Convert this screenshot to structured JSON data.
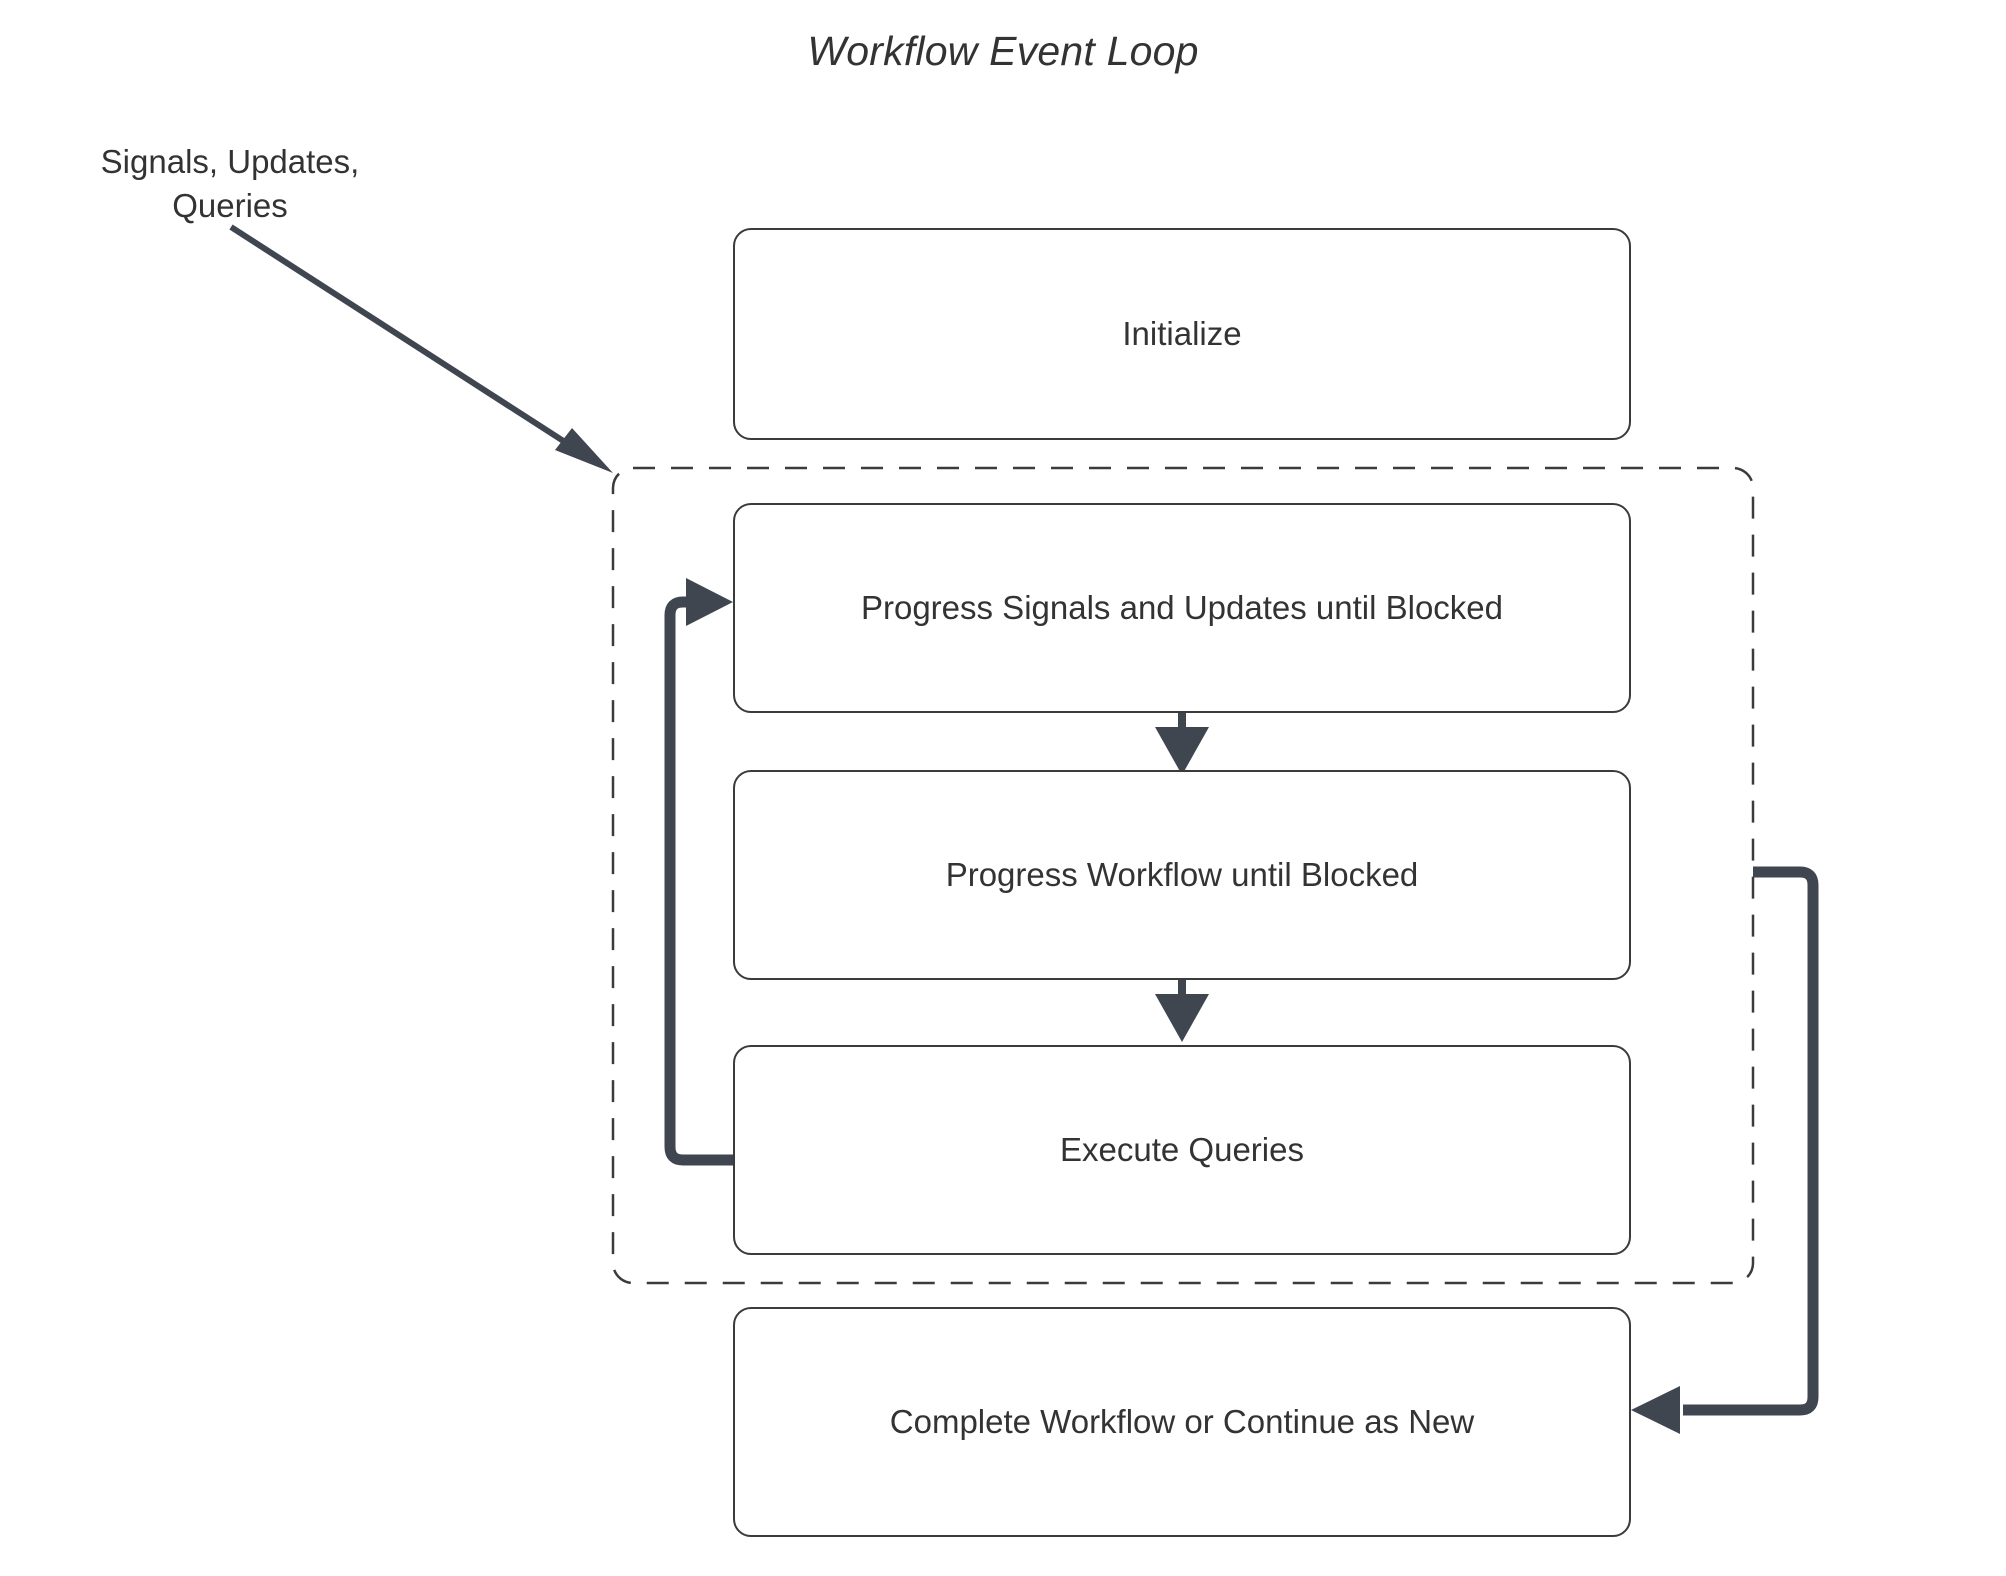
{
  "diagram": {
    "title": "Workflow Event Loop",
    "background": "#ffffff",
    "node_border_color": "#3b3b3b",
    "arrow_color": "#3f4650",
    "text_color": "#333333",
    "external_label": "Signals, Updates, Queries",
    "external_label_line1": "Signals, Updates,",
    "external_label_line2": "Queries",
    "nodes": [
      {
        "id": "initialize",
        "label": "Initialize"
      },
      {
        "id": "progress-signals",
        "label": "Progress Signals and Updates until Blocked"
      },
      {
        "id": "progress-workflow",
        "label": "Progress Workflow until Blocked"
      },
      {
        "id": "execute-queries",
        "label": "Execute Queries"
      },
      {
        "id": "complete",
        "label": "Complete Workflow or Continue as New"
      }
    ],
    "loop_group": {
      "style": "dashed",
      "members": [
        "progress-signals",
        "progress-workflow",
        "execute-queries"
      ]
    },
    "edges": [
      {
        "from": "Signals, Updates, Queries",
        "to": "loop-group",
        "style": "solid-arrow"
      },
      {
        "from": "progress-signals",
        "to": "progress-workflow",
        "style": "solid-arrow"
      },
      {
        "from": "progress-workflow",
        "to": "execute-queries",
        "style": "solid-arrow"
      },
      {
        "from": "execute-queries",
        "to": "progress-signals",
        "style": "loop-back-arrow"
      },
      {
        "from": "loop-group",
        "to": "complete",
        "style": "exit-arrow"
      }
    ]
  }
}
